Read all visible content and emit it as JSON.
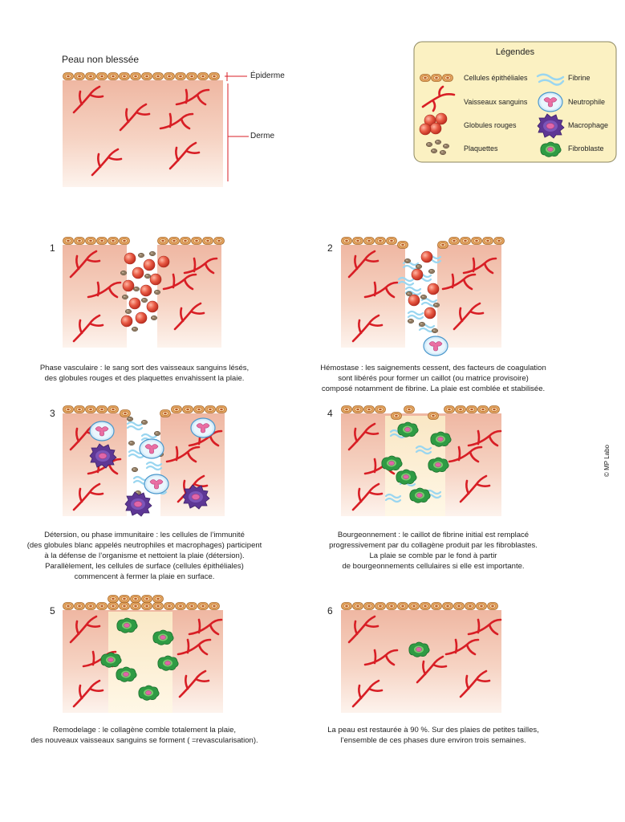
{
  "intact": {
    "title": "Peau non blessée",
    "epidermis_label": "Épiderme",
    "dermis_label": "Derme"
  },
  "legend": {
    "title": "Légendes",
    "items": [
      {
        "label": "Cellules épithéliales",
        "icon": "epithelial-cells-icon"
      },
      {
        "label": "Fibrine",
        "icon": "fibrin-icon"
      },
      {
        "label": "Vaisseaux sanguins",
        "icon": "blood-vessel-icon"
      },
      {
        "label": "Neutrophile",
        "icon": "neutrophil-icon"
      },
      {
        "label": "Globules rouges",
        "icon": "red-blood-cells-icon"
      },
      {
        "label": "Macrophage",
        "icon": "macrophage-icon"
      },
      {
        "label": "Plaquettes",
        "icon": "platelets-icon"
      },
      {
        "label": "Fibroblaste",
        "icon": "fibroblast-icon"
      }
    ]
  },
  "phases": [
    {
      "number": "1",
      "caption": [
        "Phase vasculaire : le sang sort des vaisseaux sanguins lésés,",
        "des globules rouges et des plaquettes envahissent la plaie."
      ]
    },
    {
      "number": "2",
      "caption": [
        "Hémostase : les saignements cessent, des facteurs de coagulation",
        "sont libérés pour former un caillot (ou matrice provisoire)",
        "composé notamment de fibrine. La plaie est comblée et stabilisée."
      ]
    },
    {
      "number": "3",
      "caption": [
        "Détersion, ou phase immunitaire : les cellules de l’immunité",
        "(des globules blanc appelés neutrophiles et macrophages) participent",
        "à la défense de l’organisme et nettoient la plaie (détersion).",
        "Parallèlement, les cellules de surface (cellules épithéliales)",
        "commencent à fermer la plaie en surface."
      ]
    },
    {
      "number": "4",
      "caption": [
        "Bourgeonnement : le caillot de fibrine initial est remplacé",
        "progressivement par du collagène produit par les fibroblastes.",
        "La plaie se comble par le fond à partir",
        "de bourgeonnements cellulaires si elle est importante."
      ]
    },
    {
      "number": "5",
      "caption": [
        "Remodelage : le collagène comble totalement la plaie,",
        "des nouveaux vaisseaux sanguins se forment ( =revascularisation)."
      ]
    },
    {
      "number": "6",
      "caption": [
        "La peau est restaurée à 90 %. Sur des plaies de petites tailles,",
        "l’ensemble de ces phases dure environ trois semaines."
      ]
    }
  ],
  "copyright": "© MP Labo",
  "colors": {
    "dermis_top": "#f3c4b0",
    "dermis_bottom": "#fdf0e8",
    "epithelial": "#e3a15c",
    "nucleus": "#b85a2a",
    "vessel": "#d81e25",
    "rbc": "#e04a3a",
    "platelet": "#8f7a62",
    "fibrin": "#8fd0ee",
    "neutrophil_body": "#cfe8f7",
    "neutrophil_nucleus": "#ea6fa3",
    "macrophage": "#6c3fa0",
    "fibroblast": "#3ba64a",
    "legend_bg": "#fbf1c2",
    "legend_border": "#8b8660",
    "label_line": "#d81e25"
  }
}
